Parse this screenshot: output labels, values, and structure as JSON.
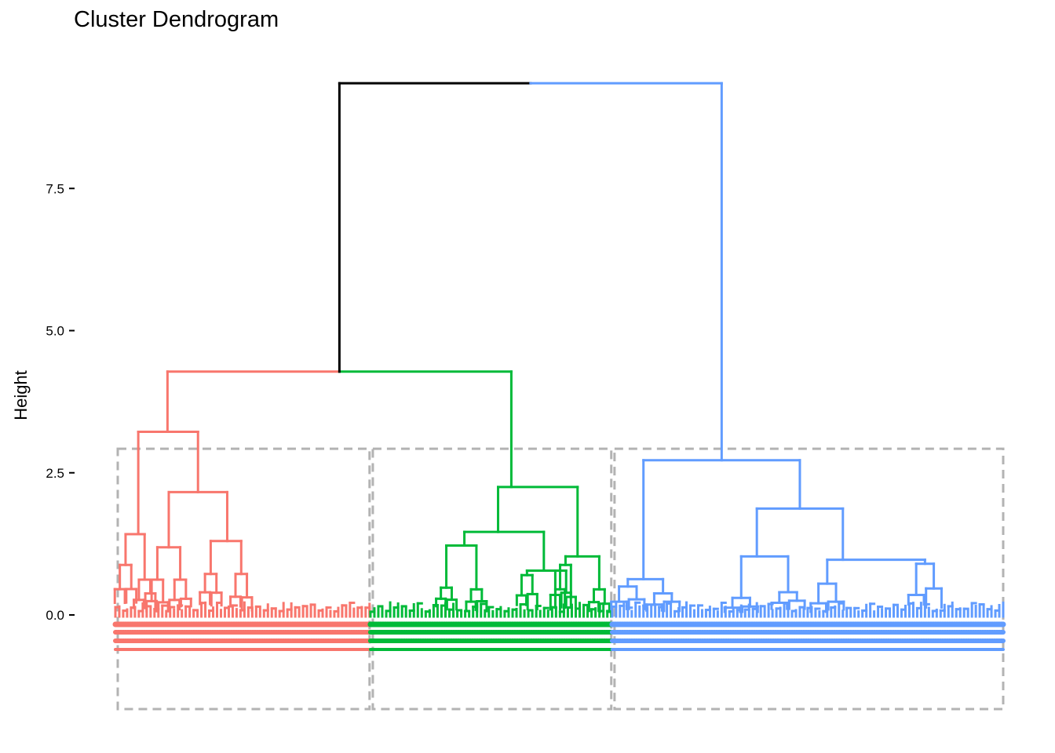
{
  "chart_data": {
    "type": "dendrogram",
    "title": "Cluster Dendrogram",
    "xlabel": "",
    "ylabel": "Height",
    "ylim": [
      -1.65,
      9.35
    ],
    "yticks": [
      {
        "value": 0.0,
        "label": "0.0"
      },
      {
        "value": 2.5,
        "label": "2.5"
      },
      {
        "value": 5.0,
        "label": "5.0"
      },
      {
        "value": 7.5,
        "label": "7.5"
      }
    ],
    "grid": false,
    "cut_height": 2.95,
    "k": 3,
    "root_height": 9.35,
    "leaf_count": 1000,
    "clusters": [
      {
        "color": "#F8766D",
        "merge_height": 4.28,
        "leaf_range": [
          1,
          287
        ],
        "subtree": {
          "h": 3.22,
          "x": 0.205,
          "children": [
            {
              "h": 1.42,
              "x": 0.09,
              "children": [
                {
                  "h": 0.88,
                  "x": 0.04
                },
                {
                  "h": 0.62,
                  "x": 0.115
                }
              ]
            },
            {
              "h": 2.16,
              "x": 0.325,
              "children": [
                {
                  "h": 1.19,
                  "x": 0.21,
                  "children": [
                    {
                      "h": 0.62,
                      "x": 0.165
                    },
                    {
                      "h": 0.62,
                      "x": 0.255
                    }
                  ]
                },
                {
                  "h": 1.3,
                  "x": 0.44,
                  "children": [
                    {
                      "h": 0.72,
                      "x": 0.375
                    },
                    {
                      "h": 0.72,
                      "x": 0.495
                    }
                  ]
                }
              ]
            }
          ]
        }
      },
      {
        "color": "#00BA38",
        "merge_height": 4.28,
        "leaf_range": [
          288,
          559
        ],
        "subtree": {
          "h": 2.25,
          "x": 0.585,
          "children": [
            {
              "h": 1.46,
              "x": 0.53,
              "children": [
                {
                  "h": 1.22,
                  "x": 0.39,
                  "children": [
                    {
                      "h": 0.48,
                      "x": 0.315
                    },
                    {
                      "h": 0.45,
                      "x": 0.44
                    }
                  ]
                },
                {
                  "h": 0.78,
                  "x": 0.72,
                  "children": [
                    {
                      "h": 0.7,
                      "x": 0.65
                    },
                    {
                      "h": 0.78,
                      "x": 0.79
                    }
                  ]
                }
              ]
            },
            {
              "h": 1.03,
              "x": 0.86,
              "children": [
                {
                  "h": 0.88,
                  "x": 0.81
                },
                {
                  "h": 0.45,
                  "x": 0.95
                }
              ]
            }
          ]
        }
      },
      {
        "color": "#619CFF",
        "merge_height": 9.35,
        "leaf_range": [
          560,
          1000
        ],
        "subtree": {
          "h": 2.72,
          "x": 0.28,
          "children": [
            {
              "h": 0.63,
              "x": 0.08,
              "children": [
                {
                  "h": 0.5,
                  "x": 0.04
                },
                {
                  "h": 0.38,
                  "x": 0.13
                }
              ]
            },
            {
              "h": 1.87,
              "x": 0.48,
              "children": [
                {
                  "h": 1.03,
                  "x": 0.37,
                  "children": [
                    {
                      "h": 0.3,
                      "x": 0.33
                    },
                    {
                      "h": 0.4,
                      "x": 0.45
                    }
                  ]
                },
                {
                  "h": 0.97,
                  "x": 0.59,
                  "children": [
                    {
                      "h": 0.55,
                      "x": 0.55
                    },
                    {
                      "h": 0.9,
                      "x": 0.8
                    }
                  ]
                }
              ]
            }
          ]
        }
      }
    ],
    "root_links": [
      {
        "from_cluster_pair": [
          0,
          1
        ],
        "color": "#000000"
      },
      {
        "from_cluster": 2,
        "color": "#619CFF"
      }
    ],
    "cluster_boxes": {
      "color": "#B3B3B3",
      "linetype": "dashed"
    }
  }
}
